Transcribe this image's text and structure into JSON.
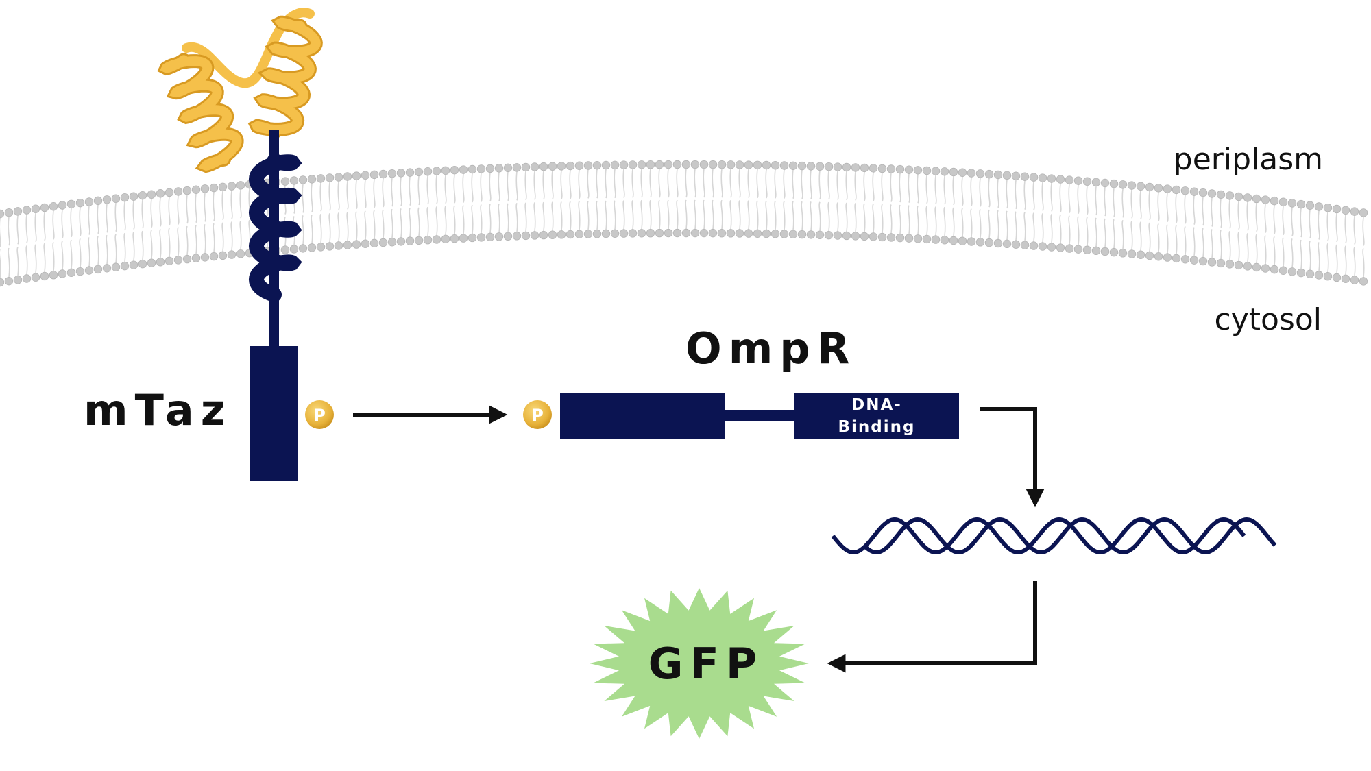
{
  "regions": {
    "periplasm": "periplasm",
    "cytosol": "cytosol"
  },
  "proteins": {
    "sensor": "mTaz",
    "regulator": "OmpR",
    "dna_binding_line1": "DNA-",
    "dna_binding_line2": "Binding",
    "reporter": "GFP"
  },
  "phosphate": "P",
  "colors": {
    "navy": "#0b1452",
    "helix_yellow": "#f5c04a",
    "helix_shade": "#d89a22",
    "phosphate_gold": "#e7b23a",
    "membrane_gray": "#c8c8c8",
    "gfp_green": "#a9dc8e",
    "arrow": "#111111"
  }
}
